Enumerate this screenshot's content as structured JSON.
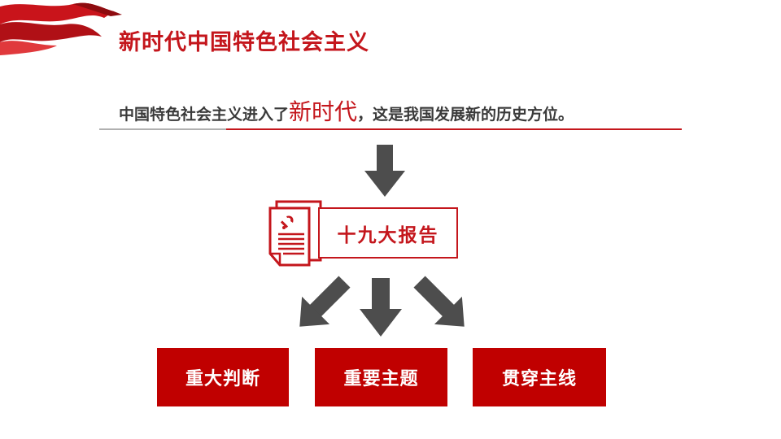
{
  "title": "新时代中国特色社会主义",
  "subtitle": {
    "part1": "中国特色社会主义进入了",
    "highlight": "新时代",
    "part2": "，这是我国发展新的历史方位。"
  },
  "report": {
    "label": "十九大报告"
  },
  "boxes": [
    "重大判断",
    "重要主题",
    "贯穿主线"
  ],
  "colors": {
    "accent": "#c4161c",
    "box": "#c00000",
    "arrow": "#4d4d4d"
  },
  "icons": [
    "ribbon-decoration",
    "party-emblem-report-icon",
    "arrow-down-icon",
    "arrow-down-left-icon",
    "arrow-down-right-icon"
  ]
}
